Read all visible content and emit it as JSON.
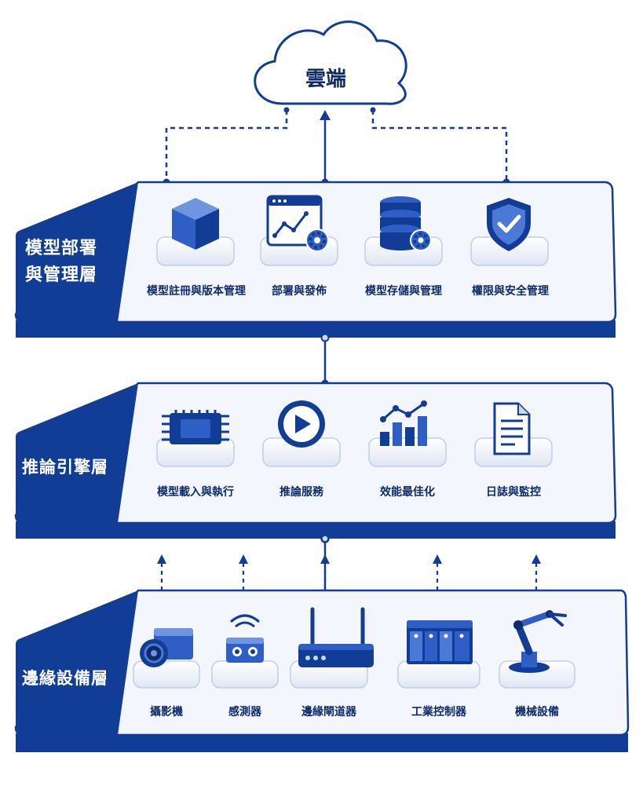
{
  "cloud": {
    "label": "雲端"
  },
  "layers": [
    {
      "id": "management",
      "title_line1": "模型部署",
      "title_line2": "與管理層",
      "items": [
        {
          "label": "模型註冊與版本管理",
          "icon": "cube-icon"
        },
        {
          "label": "部署與發佈",
          "icon": "deploy-chart-gear-icon"
        },
        {
          "label": "模型存儲與管理",
          "icon": "database-gear-icon"
        },
        {
          "label": "權限與安全管理",
          "icon": "shield-check-icon"
        }
      ]
    },
    {
      "id": "inference",
      "title_line1": "推論引擎層",
      "items": [
        {
          "label": "模型載入與執行",
          "icon": "chip-icon"
        },
        {
          "label": "推論服務",
          "icon": "play-icon"
        },
        {
          "label": "效能最佳化",
          "icon": "bar-chart-icon"
        },
        {
          "label": "日誌與監控",
          "icon": "document-icon"
        }
      ]
    },
    {
      "id": "edge",
      "title_line1": "邊緣設備層",
      "items": [
        {
          "label": "攝影機",
          "icon": "camera-icon"
        },
        {
          "label": "感測器",
          "icon": "sensor-icon"
        },
        {
          "label": "邊緣閘道器",
          "icon": "router-icon"
        },
        {
          "label": "工業控制器",
          "icon": "plc-icon"
        },
        {
          "label": "機械設備",
          "icon": "robot-arm-icon"
        }
      ]
    }
  ],
  "colors": {
    "primary": "#123d96",
    "dark": "#0d2b6b",
    "panel": "#f3f6fc",
    "accent": "#2f5fc4",
    "light": "#c9d7f1"
  }
}
